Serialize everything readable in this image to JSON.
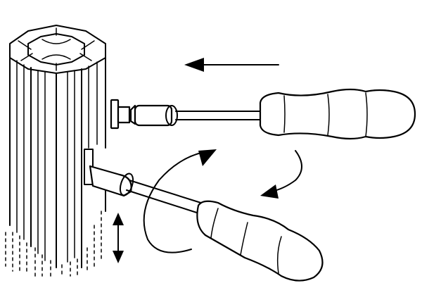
{
  "figure": {
    "background": "#ffffff",
    "ink": "#000000",
    "parts": [
      "aluminum-profile",
      "t-slot-fastener",
      "screwdriver-upper",
      "screwdriver-lower"
    ],
    "arrows": [
      "insert-arrow-left",
      "rotate-arrow-down",
      "rotate-arrow-clockwise",
      "slide-arrow-vertical"
    ]
  }
}
